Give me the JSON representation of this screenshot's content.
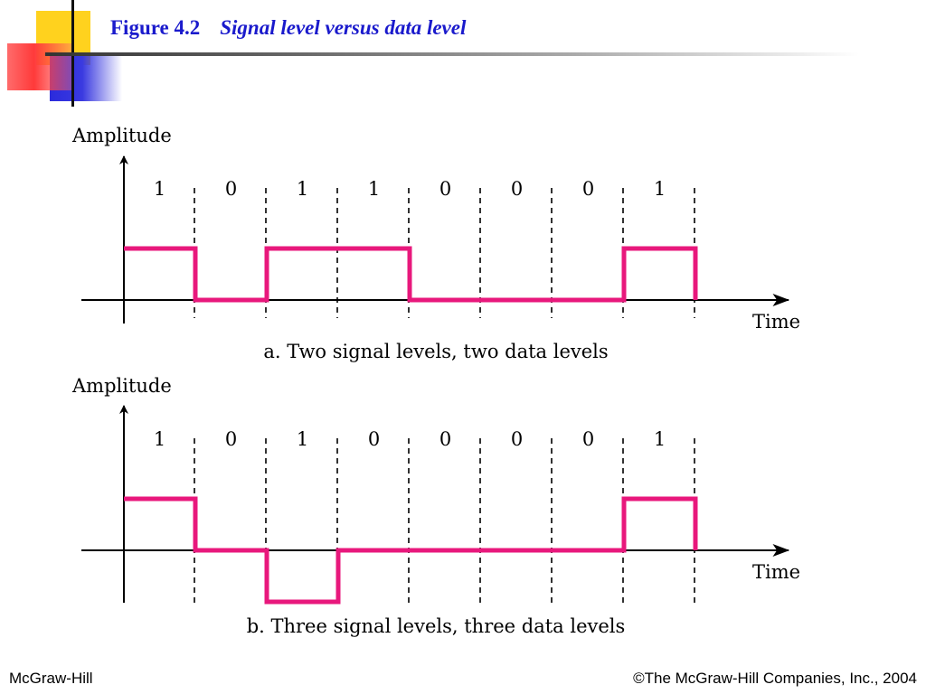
{
  "header": {
    "figure_number": "Figure 4.2",
    "figure_caption": "Signal level versus data level"
  },
  "panels": [
    {
      "y_label": "Amplitude",
      "x_label": "Time",
      "caption": "a. Two signal levels, two data levels",
      "bits": [
        "1",
        "0",
        "1",
        "1",
        "0",
        "0",
        "0",
        "1"
      ],
      "levels": [
        1,
        0,
        1,
        1,
        0,
        0,
        0,
        1
      ],
      "level_range": [
        0,
        1
      ]
    },
    {
      "y_label": "Amplitude",
      "x_label": "Time",
      "caption": "b. Three signal levels, three data levels",
      "bits": [
        "1",
        "0",
        "1",
        "0",
        "0",
        "0",
        "0",
        "1"
      ],
      "levels": [
        1,
        0,
        -1,
        0,
        0,
        0,
        0,
        1
      ],
      "level_range": [
        -1,
        1
      ]
    }
  ],
  "colors": {
    "signal": "#e8187c",
    "title": "#1a1acc",
    "axis": "#000000"
  },
  "footer": {
    "left": "McGraw-Hill",
    "right": "©The McGraw-Hill Companies, Inc., 2004"
  }
}
